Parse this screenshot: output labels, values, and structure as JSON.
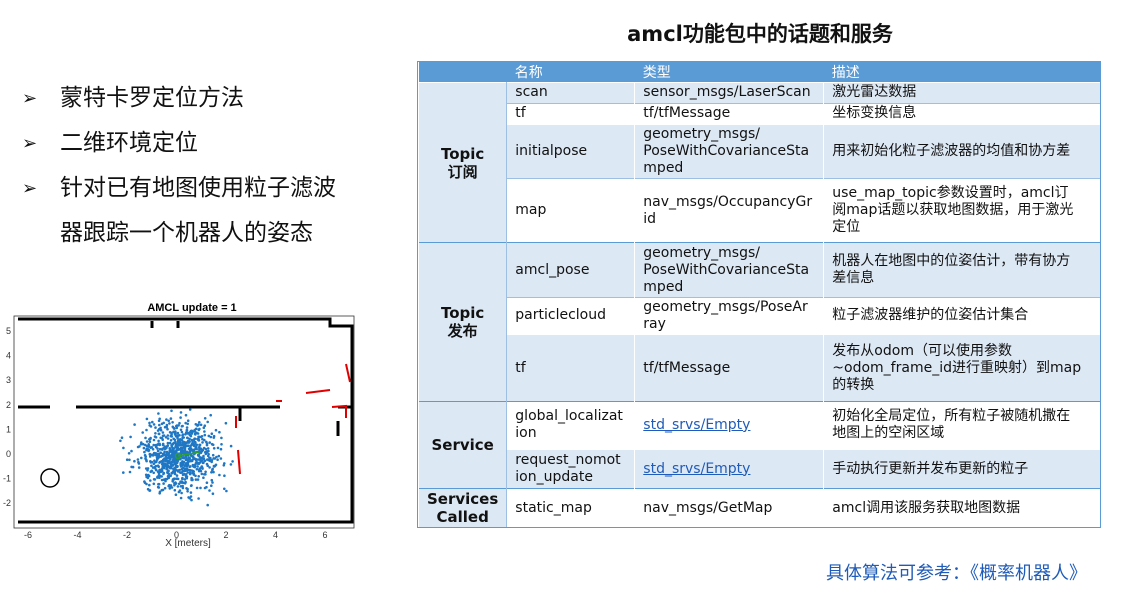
{
  "title": "amcl功能包中的话题和服务",
  "bullets": [
    {
      "line1": "蒙特卡罗定位方法"
    },
    {
      "line1": "二维环境定位"
    },
    {
      "line1": "针对已有地图使用粒子滤波",
      "line2": "器跟踪一个机器人的姿态"
    }
  ],
  "bullet_mark": "➢",
  "plot": {
    "title": "AMCL update = 1",
    "xlabel": "X [meters]",
    "xticks": [
      "-6",
      "-4",
      "-2",
      "0",
      "2",
      "4",
      "6"
    ],
    "yticks": [
      "5",
      "4",
      "3",
      "2",
      "1",
      "0",
      "-1",
      "-2"
    ],
    "colors": {
      "particles": "#1f77c4",
      "walls": "#000000",
      "scan": "#e00000",
      "pose": "#2ca02c"
    }
  },
  "table": {
    "headers": {
      "name": "名称",
      "type": "类型",
      "desc": "描述"
    },
    "groups": {
      "topic_sub": {
        "line1": "Topic",
        "line2": "订阅"
      },
      "topic_pub": {
        "line1": "Topic",
        "line2": "发布"
      },
      "service": {
        "line1": "Service"
      },
      "services_called": {
        "line1": "Services",
        "line2": "Called"
      }
    },
    "rows": [
      {
        "name": "scan",
        "type": "sensor_msgs/LaserScan",
        "desc": "激光雷达数据"
      },
      {
        "name": "tf",
        "type": "tf/tfMessage",
        "desc": "坐标变换信息"
      },
      {
        "name": "initialpose",
        "type": "geometry_msgs/\nPoseWithCovarianceSta\nmped",
        "desc": "用来初始化粒子滤波器的均值和协方差"
      },
      {
        "name": "map",
        "type": "nav_msgs/OccupancyGr\nid",
        "desc": "use_map_topic参数设置时，amcl订\n阅map话题以获取地图数据，用于激光\n定位"
      },
      {
        "name": "amcl_pose",
        "type": "geometry_msgs/\nPoseWithCovarianceSta\nmped",
        "desc": "机器人在地图中的位姿估计，带有协方\n差信息"
      },
      {
        "name": "particlecloud",
        "type": "geometry_msgs/PoseAr\nray",
        "desc": "粒子滤波器维护的位姿估计集合"
      },
      {
        "name": "tf",
        "type": "tf/tfMessage",
        "desc": "发布从odom（可以使用参数\n~odom_frame_id进行重映射）到map\n的转换"
      },
      {
        "name": "global_localizat\nion",
        "type": "std_srvs/Empty",
        "desc": "初始化全局定位，所有粒子被随机撒在\n地图上的空闲区域"
      },
      {
        "name": "request_nomot\nion_update",
        "type": "std_srvs/Empty",
        "desc": "手动执行更新并发布更新的粒子"
      },
      {
        "name": "static_map",
        "type": "nav_msgs/GetMap",
        "desc": "amcl调用该服务获取地图数据"
      }
    ]
  },
  "footer": "具体算法可参考：《概率机器人》"
}
